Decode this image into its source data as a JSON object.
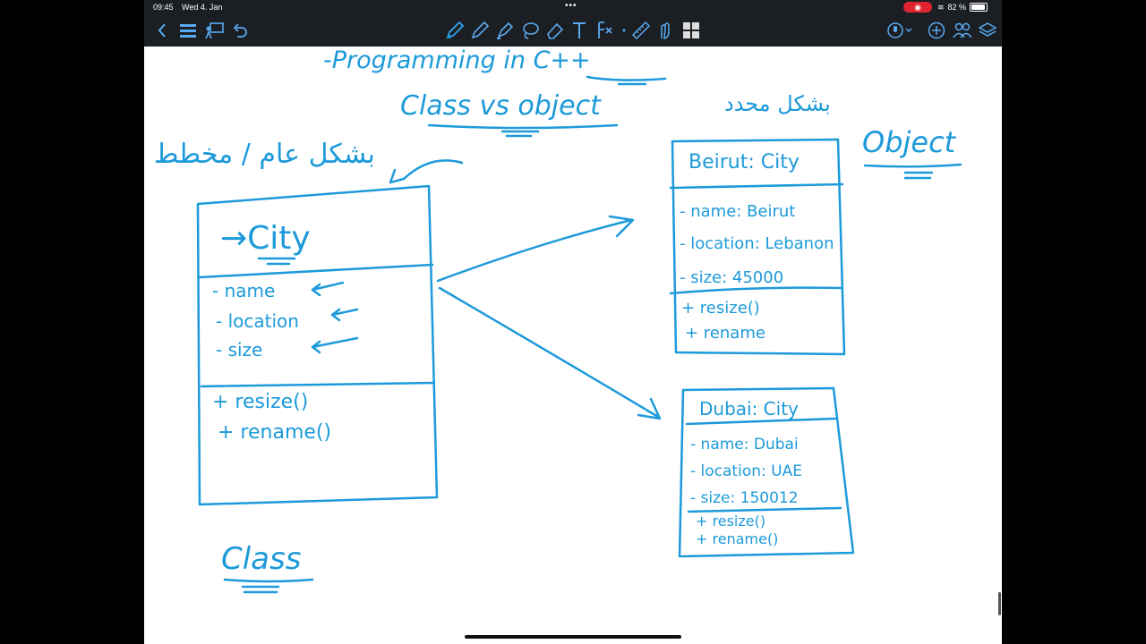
{
  "status_bar": {
    "time": "09:45",
    "date": "Wed 4. Jan",
    "battery": "82 %"
  },
  "toolbar": {
    "left_icons": [
      "back-chevron-icon",
      "documents-list-icon",
      "presentation-icon",
      "undo-icon"
    ],
    "tools": [
      "pen-icon",
      "pencil-icon",
      "highlighter-icon",
      "lasso-icon",
      "eraser-icon",
      "text-icon",
      "shapes-icon",
      "ruler-icon",
      "hand-icon",
      "zoom-grid-icon"
    ],
    "right_icons": [
      "microphone-icon",
      "add-page-icon",
      "collaborators-icon",
      "layers-icon"
    ]
  },
  "notes": {
    "heading_lines": [
      "-Programming in C++",
      "Class vs object"
    ],
    "arabic_left": "بشكل عام / مخطط",
    "arabic_right": "بشكل محدد",
    "object_label": "Object",
    "class_label": "Class",
    "class_box": {
      "name": "→City",
      "attributes": [
        "- name",
        "- location",
        "- size"
      ],
      "methods": [
        "+ resize()",
        "+ rename()"
      ]
    },
    "object_beirut": {
      "title": "Beirut: City",
      "attributes": [
        "- name: Beirut",
        "- location: Lebanon",
        "- size: 45000"
      ],
      "methods": [
        "+ resize()",
        "+ rename"
      ]
    },
    "object_dubai": {
      "title": "Dubai: City",
      "attributes": [
        "- name: Dubai",
        "- location: UAE",
        "- size: 150012"
      ],
      "methods": [
        "+ resize()",
        "+ rename()"
      ]
    }
  },
  "colors": {
    "ink": "#1d9ad9",
    "toolbar_bg": "#1b1f24",
    "accent": "#33a3f0",
    "record": "#e0242f"
  }
}
